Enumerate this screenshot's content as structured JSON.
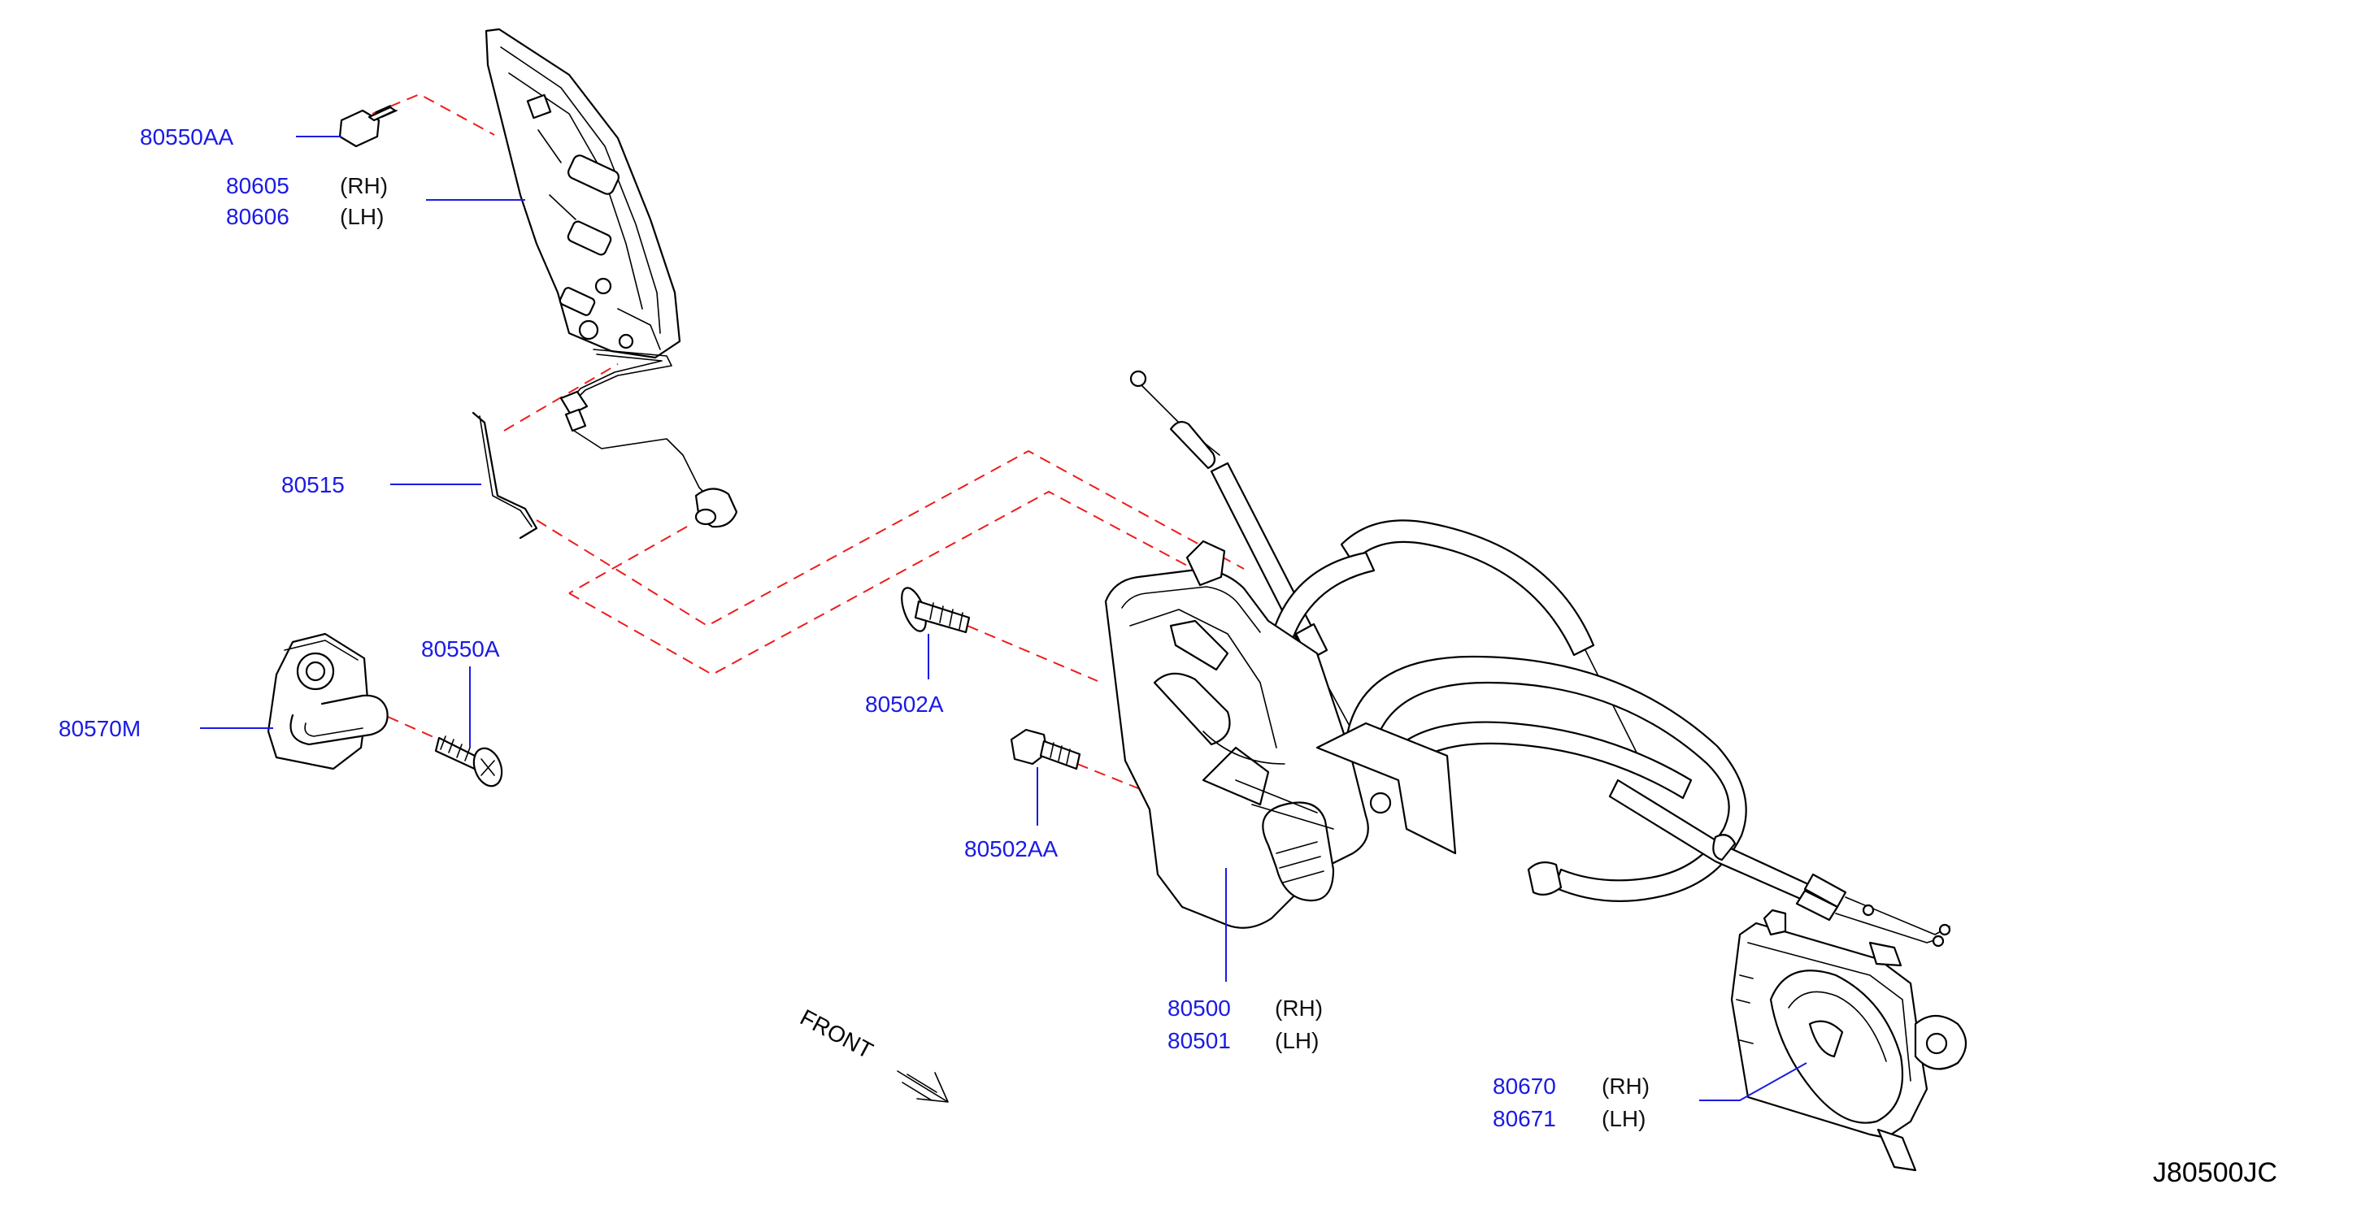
{
  "diagram_code": "J80500JC",
  "front_label": "FRONT",
  "parts": {
    "p80550AA": {
      "number": "80550AA",
      "side": ""
    },
    "p80605": {
      "number": "80605",
      "side": "(RH)"
    },
    "p80606": {
      "number": "80606",
      "side": "(LH)"
    },
    "p80515": {
      "number": "80515",
      "side": ""
    },
    "p80550A": {
      "number": "80550A",
      "side": ""
    },
    "p80570M": {
      "number": "80570M",
      "side": ""
    },
    "p80502A": {
      "number": "80502A",
      "side": ""
    },
    "p80502AA": {
      "number": "80502AA",
      "side": ""
    },
    "p80500": {
      "number": "80500",
      "side": "(RH)"
    },
    "p80501": {
      "number": "80501",
      "side": "(LH)"
    },
    "p80670": {
      "number": "80670",
      "side": "(RH)"
    },
    "p80671": {
      "number": "80671",
      "side": "(LH)"
    }
  },
  "colors": {
    "label": "#1a1ae6",
    "guide_line": "#ee1c1c",
    "outline": "#000000"
  }
}
